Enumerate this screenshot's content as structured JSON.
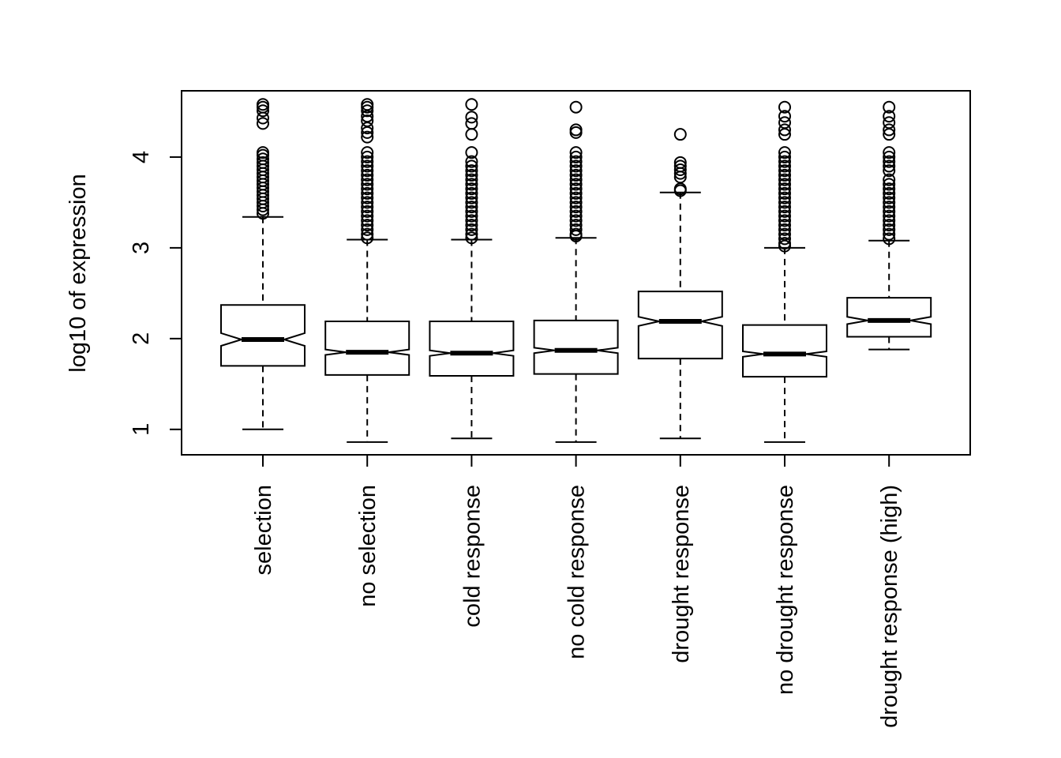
{
  "chart_data": {
    "type": "boxplot",
    "notched": true,
    "title": "",
    "xlabel": "",
    "ylabel": "log10 of expression",
    "ylim": [
      0.72,
      4.73
    ],
    "yticks": [
      1,
      2,
      3,
      4
    ],
    "ytick_labels": [
      "1",
      "2",
      "3",
      "4"
    ],
    "grid": false,
    "categories": [
      "selection",
      "no selection",
      "cold response",
      "no cold response",
      "drought response",
      "no drought response",
      "drought response (high)"
    ],
    "boxes": [
      {
        "whisker_low": 1.0,
        "q1": 1.7,
        "median": 1.99,
        "q3": 2.37,
        "whisker_high": 3.34,
        "notch": [
          1.92,
          2.06
        ],
        "outliers": [
          4.58,
          4.55,
          4.51,
          4.43,
          4.37,
          4.05,
          4.02,
          3.98,
          3.94,
          3.9,
          3.86,
          3.82,
          3.78,
          3.74,
          3.7,
          3.66,
          3.62,
          3.58,
          3.54,
          3.5,
          3.46,
          3.42,
          3.38
        ]
      },
      {
        "whisker_low": 0.86,
        "q1": 1.6,
        "median": 1.85,
        "q3": 2.19,
        "whisker_high": 3.09,
        "notch": [
          1.82,
          1.88
        ],
        "outliers": [
          4.58,
          4.55,
          4.51,
          4.45,
          4.4,
          4.32,
          4.27,
          4.22,
          4.05,
          4.0,
          3.95,
          3.9,
          3.85,
          3.8,
          3.75,
          3.7,
          3.65,
          3.6,
          3.55,
          3.5,
          3.45,
          3.4,
          3.35,
          3.3,
          3.25,
          3.2,
          3.15,
          3.11
        ]
      },
      {
        "whisker_low": 0.9,
        "q1": 1.59,
        "median": 1.84,
        "q3": 2.19,
        "whisker_high": 3.09,
        "notch": [
          1.81,
          1.87
        ],
        "outliers": [
          4.58,
          4.44,
          4.37,
          4.25,
          4.05,
          3.95,
          3.9,
          3.85,
          3.8,
          3.75,
          3.7,
          3.65,
          3.6,
          3.55,
          3.5,
          3.45,
          3.4,
          3.35,
          3.3,
          3.25,
          3.2,
          3.15,
          3.11
        ]
      },
      {
        "whisker_low": 0.86,
        "q1": 1.61,
        "median": 1.87,
        "q3": 2.2,
        "whisker_high": 3.11,
        "notch": [
          1.84,
          1.9
        ],
        "outliers": [
          4.55,
          4.3,
          4.27,
          4.05,
          4.0,
          3.95,
          3.9,
          3.85,
          3.8,
          3.75,
          3.7,
          3.65,
          3.6,
          3.55,
          3.5,
          3.45,
          3.4,
          3.35,
          3.3,
          3.25,
          3.2,
          3.15,
          3.13
        ]
      },
      {
        "whisker_low": 0.9,
        "q1": 1.78,
        "median": 2.19,
        "q3": 2.52,
        "whisker_high": 3.61,
        "notch": [
          2.14,
          2.24
        ],
        "outliers": [
          4.25,
          3.94,
          3.9,
          3.86,
          3.82,
          3.78,
          3.65,
          3.63
        ]
      },
      {
        "whisker_low": 0.86,
        "q1": 1.58,
        "median": 1.83,
        "q3": 2.15,
        "whisker_high": 3.0,
        "notch": [
          1.8,
          1.86
        ],
        "outliers": [
          4.55,
          4.45,
          4.38,
          4.3,
          4.25,
          4.05,
          4.0,
          3.95,
          3.9,
          3.85,
          3.8,
          3.75,
          3.7,
          3.65,
          3.6,
          3.55,
          3.5,
          3.45,
          3.4,
          3.35,
          3.3,
          3.25,
          3.2,
          3.15,
          3.1,
          3.05,
          3.02
        ]
      },
      {
        "whisker_low": 1.88,
        "q1": 2.02,
        "median": 2.2,
        "q3": 2.45,
        "whisker_high": 3.08,
        "notch": [
          2.16,
          2.24
        ],
        "outliers": [
          4.55,
          4.45,
          4.38,
          4.3,
          4.25,
          4.05,
          4.0,
          3.95,
          3.9,
          3.85,
          3.75,
          3.7,
          3.65,
          3.6,
          3.55,
          3.5,
          3.45,
          3.4,
          3.35,
          3.3,
          3.25,
          3.2,
          3.15,
          3.1
        ]
      }
    ]
  }
}
